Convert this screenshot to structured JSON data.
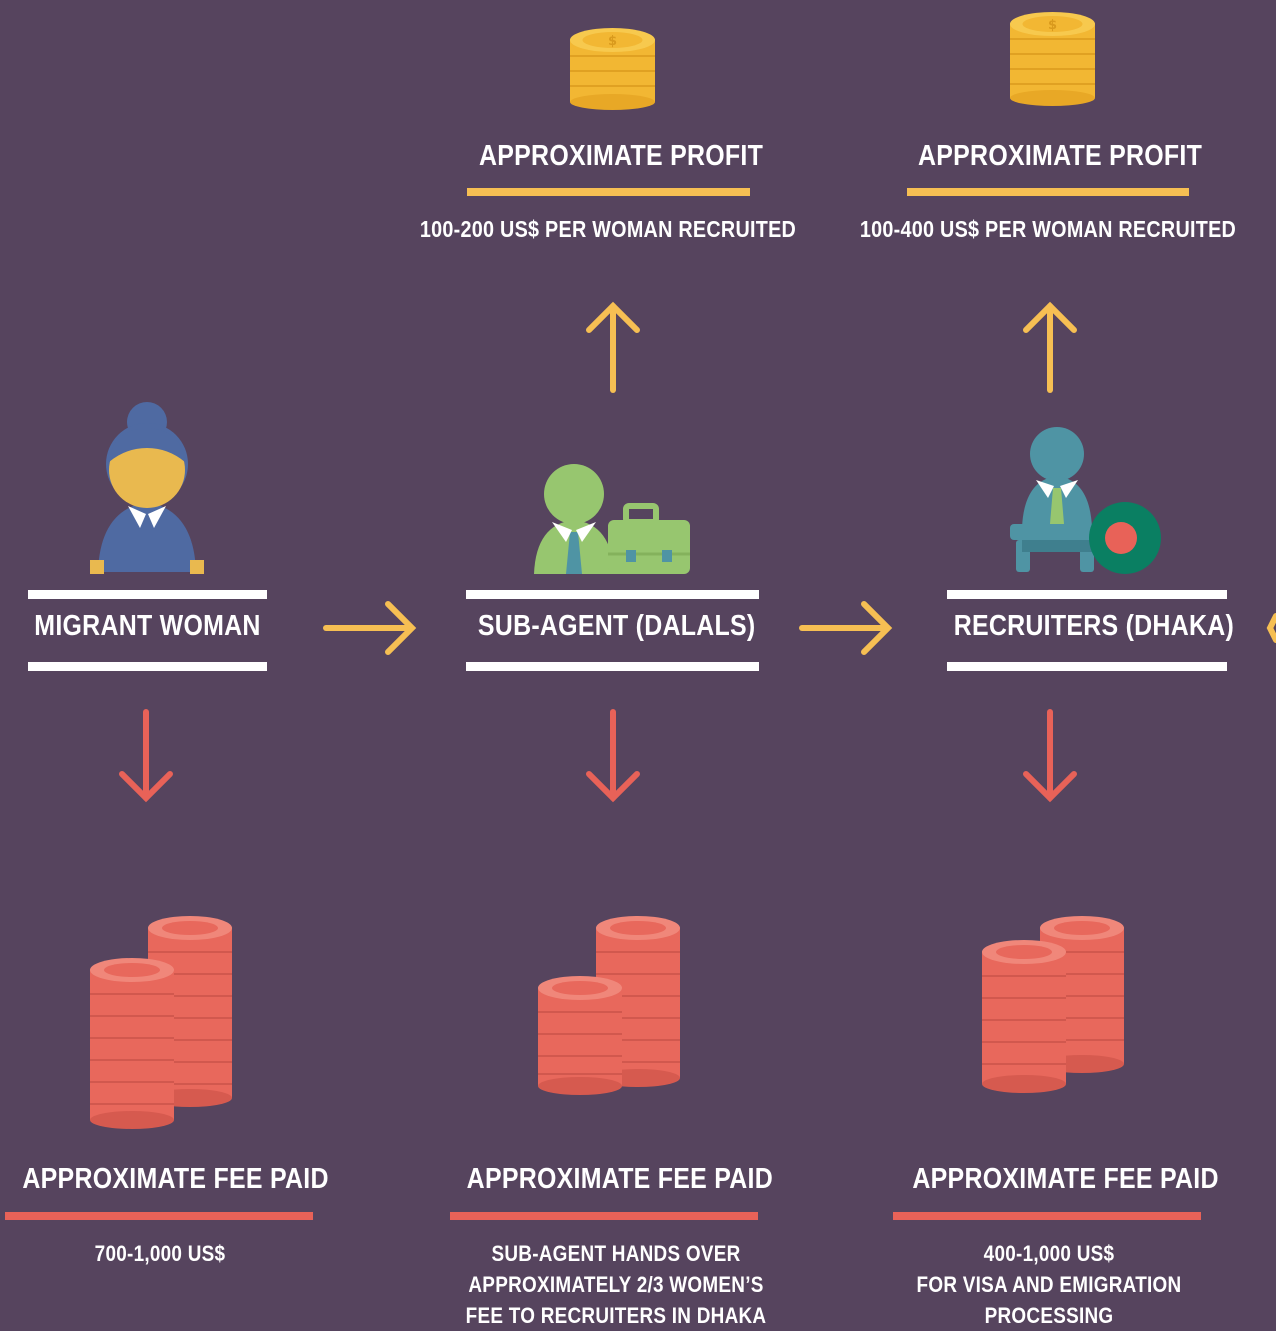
{
  "actors": [
    {
      "label": "MIGRANT WOMAN",
      "icon": "migrant-woman-icon"
    },
    {
      "label": "SUB-AGENT (DALALS)",
      "icon": "sub-agent-briefcase-icon"
    },
    {
      "label": "RECRUITERS (DHAKA)",
      "icon": "recruiter-desk-flag-icon"
    }
  ],
  "profits": [
    {
      "title": "APPROXIMATE PROFIT",
      "value": "100-200 US$ PER WOMAN RECRUITED"
    },
    {
      "title": "APPROXIMATE PROFIT",
      "value": "100-400 US$ PER WOMAN RECRUITED"
    }
  ],
  "fees": [
    {
      "title": "APPROXIMATE FEE PAID",
      "detail": "700-1,000 US$"
    },
    {
      "title": "APPROXIMATE FEE PAID",
      "detail": "SUB-AGENT HANDS OVER\nAPPROXIMATELY 2/3 WOMEN’S\nFEE TO RECRUITERS IN DHAKA"
    },
    {
      "title": "APPROXIMATE FEE PAID",
      "detail": "400-1,000 US$\nFOR VISA AND EMIGRATION PROCESSING"
    }
  ],
  "colors": {
    "background": "#56445e",
    "profit_accent": "#f6bf53",
    "fee_accent": "#e86258",
    "label_bar": "#ffffff"
  }
}
